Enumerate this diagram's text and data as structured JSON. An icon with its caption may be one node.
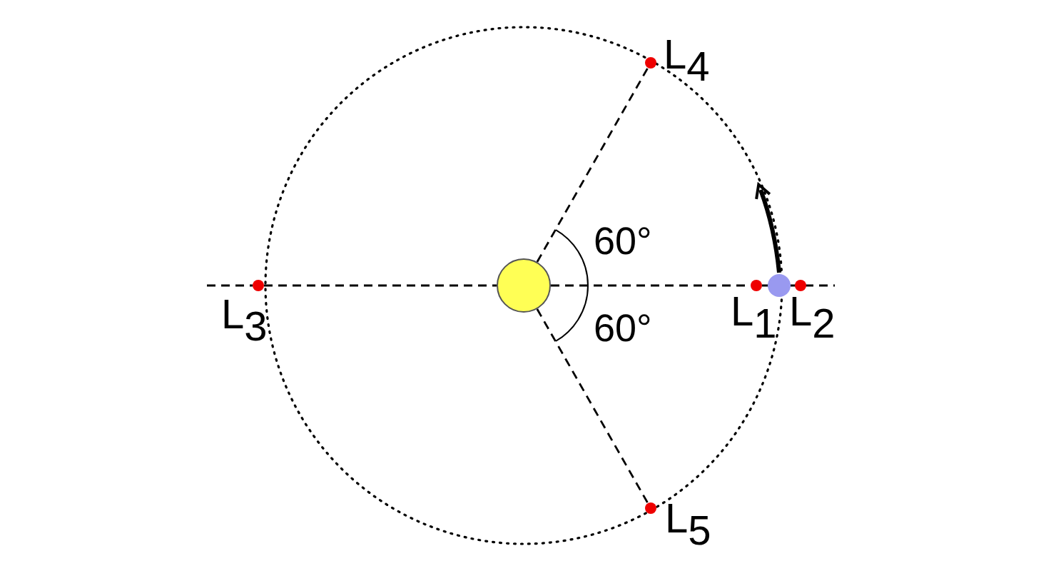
{
  "diagram": {
    "nodes": [
      {
        "text": [],
        "shape": "circle"
      },
      {
        "text": [],
        "shape": "circle"
      },
      {
        "text": [],
        "shape": "circle",
        "beside": [
          "L$_{1}$"
        ]
      },
      {
        "text": [],
        "shape": "circle",
        "beside": [
          "L$_{2}$"
        ]
      },
      {
        "text": [],
        "shape": "circle",
        "beside": [
          "L$_{3}$"
        ]
      },
      {
        "text": [],
        "shape": "circle",
        "beside": [
          "L$_{4}$"
        ]
      },
      {
        "text": [],
        "shape": "circle",
        "beside": [
          "L$_{5}$"
        ]
      }
    ],
    "edges": [
      {
        "from": 0,
        "to": 5,
        "arrow": "none",
        "style": "dashed"
      },
      {
        "from": 0,
        "to": 6,
        "arrow": "none",
        "style": "dashed"
      },
      {
        "from": 4,
        "to": 0,
        "arrow": "none",
        "style": "dashed"
      },
      {
        "from": 0,
        "to": 2,
        "arrow": "none",
        "style": "dashed"
      }
    ],
    "labels": [
      "60°",
      "60°"
    ]
  }
}
